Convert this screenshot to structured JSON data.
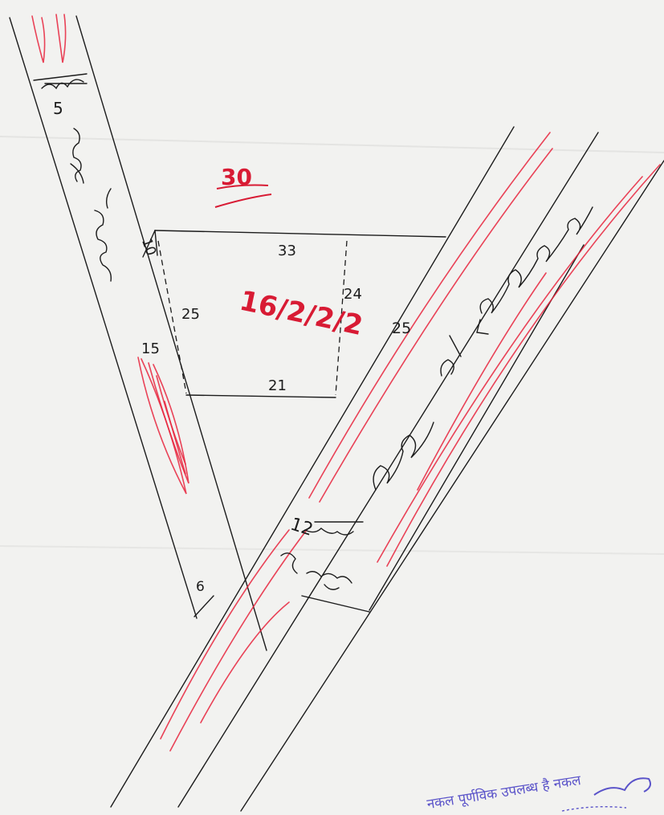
{
  "diagram": {
    "khasra_number": "16/2/2/2",
    "north_neighbor_plot": "30",
    "left_road_number": "5",
    "measurements": {
      "top_side": "33",
      "bottom_side": "21",
      "right_side": "24",
      "left_side": "25",
      "left_corner_top": "10",
      "left_road_segment": "15",
      "left_road_bottom": "6",
      "diagonal_side": "25",
      "main_road_width": "12"
    },
    "stamp_text": "नकल पूर्णविक उपलब्ध है नकल"
  },
  "colors": {
    "ink": "#1c1c1c",
    "red_ink": "#e8233c",
    "stamp": "#5a53c9",
    "paper": "#f2f2f0"
  }
}
